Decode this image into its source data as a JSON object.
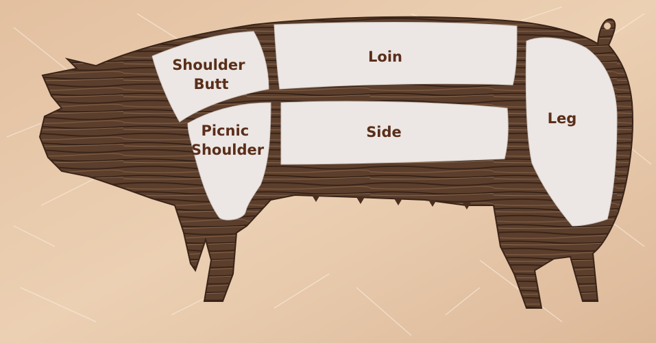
{
  "diagram": {
    "colors": {
      "background": "#e6c6a6",
      "background_light": "#f0d8bf",
      "pig_wood": "#5b3e2c",
      "pig_wood_dark": "#3a2418",
      "cut_panel": "#ece7e4",
      "label_text": "#5a2e1a"
    },
    "cuts": [
      {
        "id": "shoulder-butt",
        "lines": [
          "Shoulder",
          "Butt"
        ]
      },
      {
        "id": "loin",
        "lines": [
          "Loin"
        ]
      },
      {
        "id": "picnic-shoulder",
        "lines": [
          "Picnic",
          "Shoulder"
        ]
      },
      {
        "id": "side",
        "lines": [
          "Side"
        ]
      },
      {
        "id": "leg",
        "lines": [
          "Leg"
        ]
      }
    ]
  }
}
